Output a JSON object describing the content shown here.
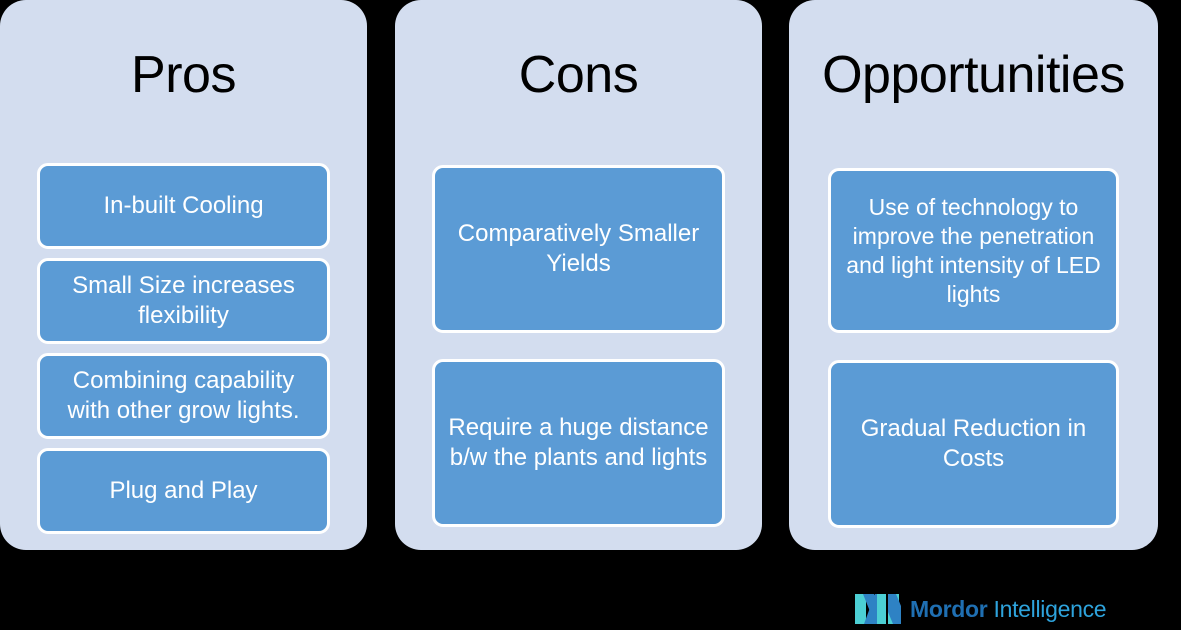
{
  "canvas": {
    "background": "#000000",
    "panel_fill": "#d3ddef",
    "card_fill": "#5b9bd5",
    "card_border": "#ffffff",
    "title_color": "#000000",
    "card_text_color": "#ffffff"
  },
  "columns": [
    {
      "title": "Pros",
      "cards": [
        "In-built Cooling",
        "Small Size increases flexibility",
        "Combining capability with other grow lights.",
        "Plug and Play"
      ]
    },
    {
      "title": "Cons",
      "cards": [
        "Comparatively Smaller Yields",
        "Require a huge distance b/w the plants and lights"
      ]
    },
    {
      "title": "Opportunities",
      "cards": [
        "Use of technology to improve the penetration and light intensity of LED lights",
        "Gradual Reduction in Costs"
      ]
    }
  ],
  "logo": {
    "mark_name": "mordor-m-mark",
    "word_1": "Mordor",
    "word_2": "Intelligence",
    "color_word_1": "#1f6fb2",
    "color_word_2": "#2ea3dc",
    "mark_color_teal": "#4ccfd4",
    "mark_color_blue": "#2e82c4",
    "mark_color_dark": "#1f6fb2"
  }
}
